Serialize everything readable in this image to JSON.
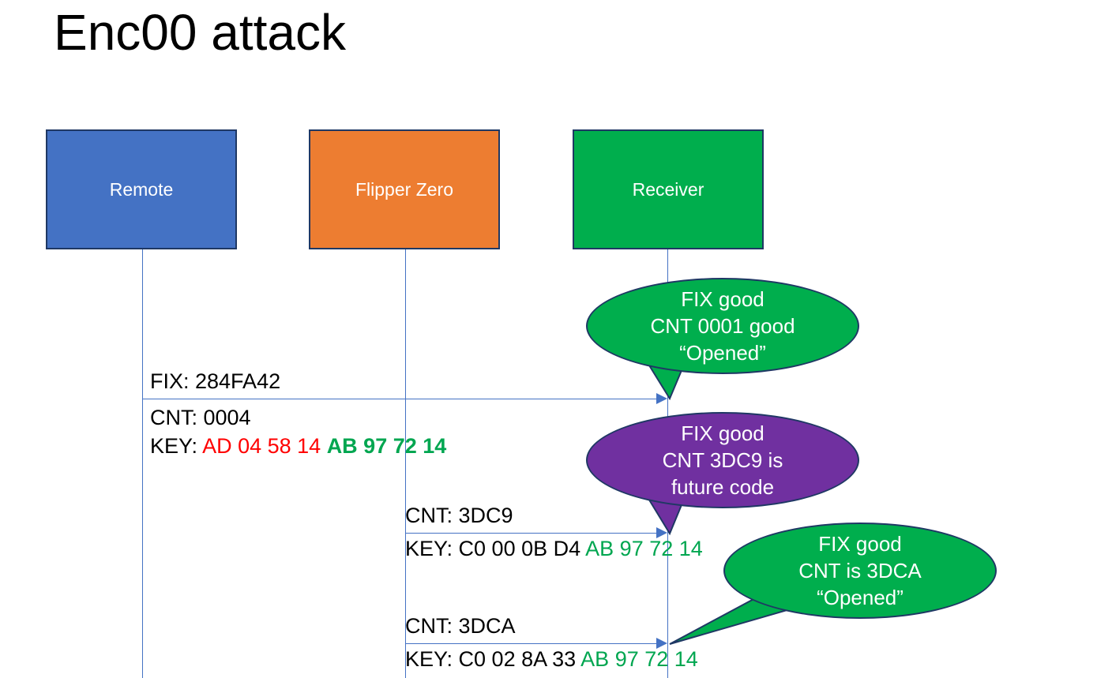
{
  "slide": {
    "title": "Enc00 attack"
  },
  "actors": [
    {
      "name": "remote",
      "label": "Remote",
      "color": "#4472C4"
    },
    {
      "name": "flipper",
      "label": "Flipper Zero",
      "color": "#ED7D31"
    },
    {
      "name": "receiver",
      "label": "Receiver",
      "color": "#00AE4D"
    }
  ],
  "messages": {
    "remote_fix": "FIX: 284FA42",
    "remote_cnt": "CNT: 0004",
    "remote_key_prefix": "KEY: ",
    "remote_key_red": "AD 04 58 14",
    "remote_key_green": "AB 97 72 14",
    "flipper1_cnt": "CNT: 3DC9",
    "flipper1_key_prefix": "KEY: C0 00 0B D4 ",
    "flipper1_key_green": "AB 97 72 14",
    "flipper2_cnt": "CNT: 3DCA",
    "flipper2_key_prefix": "KEY: C0 02 8A 33 ",
    "flipper2_key_green": "AB 97 72 14"
  },
  "callouts": [
    {
      "name": "receiver-response-1",
      "color": "#00AE4D",
      "lines": [
        "FIX good",
        "CNT 0001 good",
        "“Opened”"
      ]
    },
    {
      "name": "receiver-response-2",
      "color": "#7030A0",
      "lines": [
        "FIX good",
        "CNT 3DC9 is",
        "future code"
      ]
    },
    {
      "name": "receiver-response-3",
      "color": "#00AE4D",
      "lines": [
        "FIX good",
        "CNT is 3DCA",
        "“Opened”"
      ]
    }
  ],
  "colors": {
    "key_red": "#FF0000",
    "key_green": "#00A650",
    "lifeline": "#4472C4",
    "outline": "#1F3864"
  }
}
